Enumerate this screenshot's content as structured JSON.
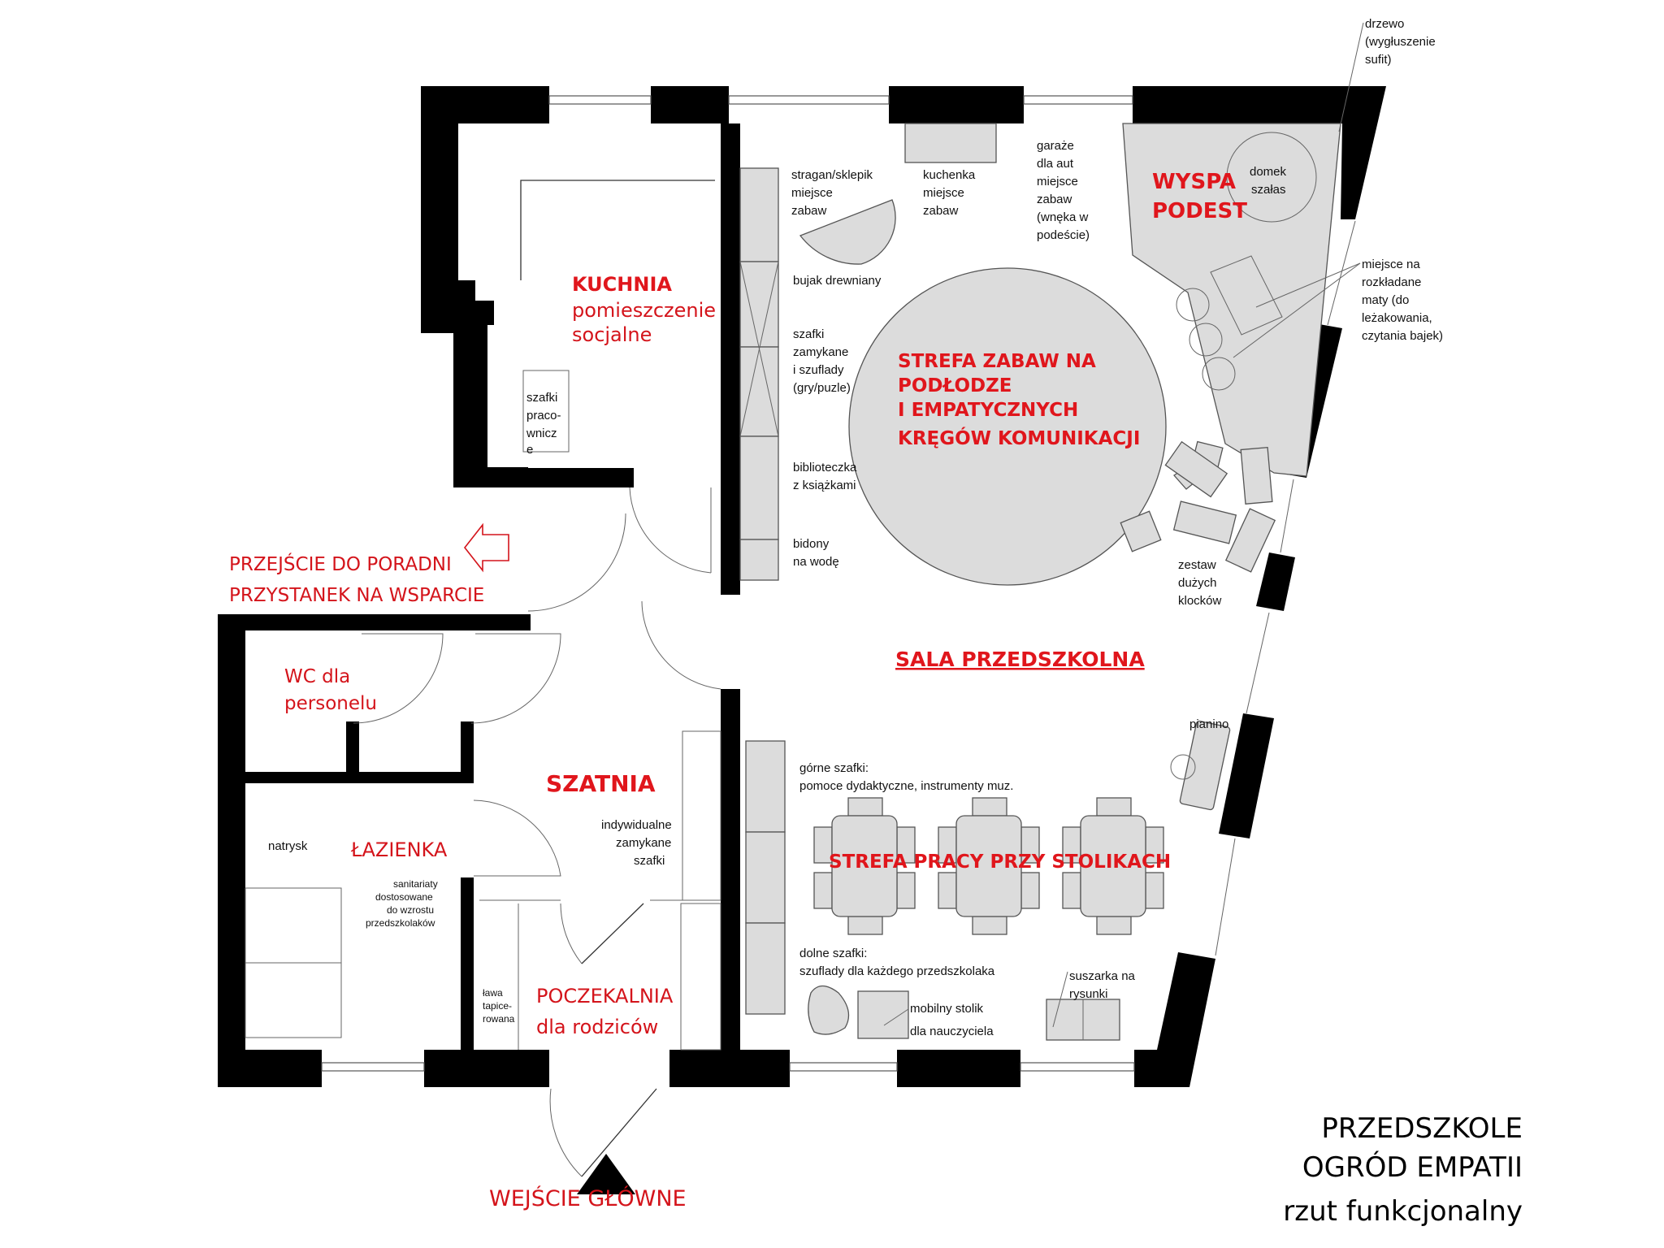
{
  "title": {
    "line1": "PRZEDSZKOLE",
    "line2": "OGRÓD EMPATII",
    "line3": "rzut funkcjonalny"
  },
  "colors": {
    "room_label": "#e0161c",
    "wall": "#000000",
    "furniture": "#dcdcdc"
  },
  "rooms": {
    "kuchnia": {
      "title": "KUCHNIA",
      "sub1": "pomieszczenie",
      "sub2": "socjalne"
    },
    "wc": {
      "line1": "WC dla",
      "line2": "personelu"
    },
    "lazienka": {
      "title": "ŁAZIENKA"
    },
    "szatnia": {
      "title": "SZATNIA"
    },
    "poczekalnia": {
      "line1": "POCZEKALNIA",
      "line2": "dla rodziców"
    },
    "sala": {
      "title": "SALA PRZEDSZKOLNA"
    },
    "wyspa": {
      "line1": "WYSPA",
      "line2": "PODEST"
    },
    "strefa_zabaw": {
      "line1": "STREFA ZABAW NA",
      "line2": "PODŁODZE",
      "line3": "I EMPATYCZNYCH",
      "line4": "KRĘGÓW KOMUNIKACJI"
    },
    "strefa_pracy": {
      "title": "STREFA PRACY PRZY STOLIKACH"
    }
  },
  "navigation": {
    "przejscie_line1": "PRZEJŚCIE DO PORADNI",
    "przejscie_line2": "PRZYSTANEK NA WSPARCIE",
    "wejscie": "WEJŚCIE GŁÓWNE"
  },
  "annotations": {
    "drzewo": [
      "drzewo",
      "(wygłuszenie",
      "sufit)"
    ],
    "stragan": [
      "stragan/sklepik",
      "miejsce",
      "zabaw"
    ],
    "kuchenka": [
      "kuchenka",
      "miejsce",
      "zabaw"
    ],
    "garaze": [
      "garaże",
      "dla aut",
      "miejsce",
      "zabaw",
      "(wnęka w",
      "podeście)"
    ],
    "domek": [
      "domek",
      "szałas"
    ],
    "maty": [
      "miejsce na",
      "rozkładane",
      "maty (do",
      "leżakowania,",
      "czytania bajek)"
    ],
    "bujak": "bujak drewniany",
    "szafki_gry": [
      "szafki",
      "zamykane",
      "i szuflady",
      "(gry/puzle)"
    ],
    "biblioteczka": [
      "biblioteczka",
      "z książkami"
    ],
    "bidony": [
      "bidony",
      "na wodę"
    ],
    "klocki": [
      "zestaw",
      "dużych",
      "klocków"
    ],
    "pianino": "pianino",
    "gorne_szafki": [
      "górne szafki:",
      "pomoce dydaktyczne, instrumenty muz."
    ],
    "dolne_szafki": [
      "dolne szafki:",
      "szuflady dla każdego przedszkolaka"
    ],
    "mobilny_stolik": [
      "mobilny stolik",
      "dla nauczyciela"
    ],
    "suszarka": [
      "suszarka na",
      "rysunki"
    ],
    "szafki_pracownicze": [
      "szafki",
      "praco-",
      "wnicz",
      "e"
    ],
    "indywidualne": [
      "indywidualne",
      "zamykane",
      "szafki"
    ],
    "natrysk": "natrysk",
    "sanitariaty": [
      "sanitariaty",
      "dostosowane",
      "do wzrostu",
      "przedszkolaków"
    ],
    "lawa": [
      "ława",
      "tapice-",
      "rowana"
    ]
  }
}
